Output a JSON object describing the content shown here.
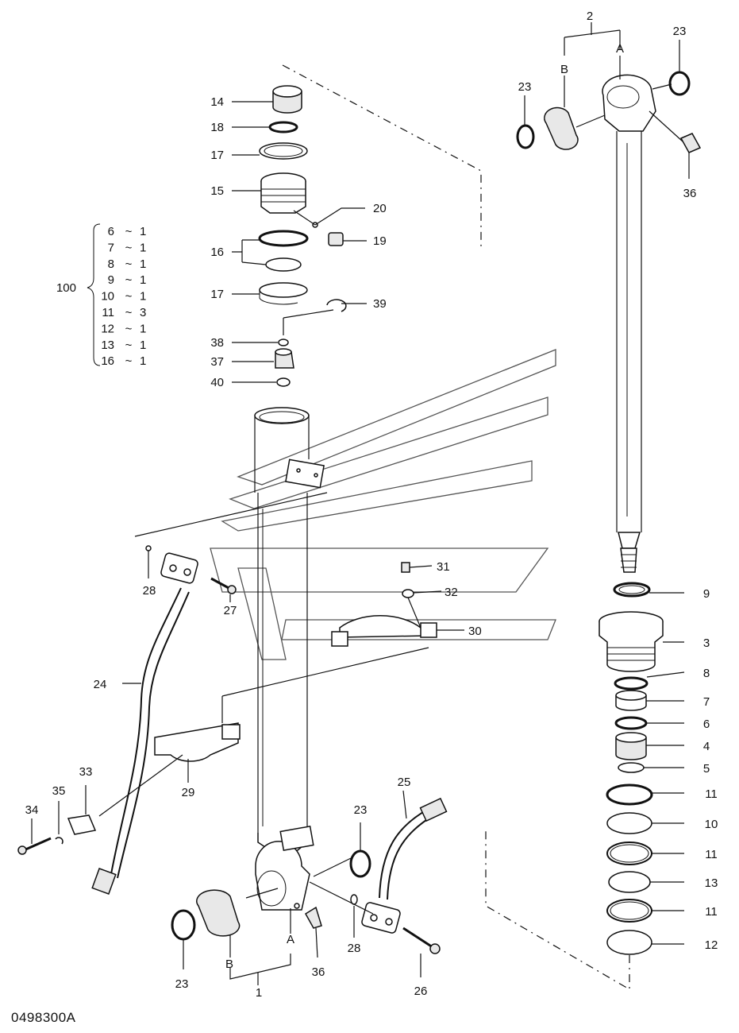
{
  "drawing_id": "0498300A",
  "kit": {
    "number": "100",
    "items": [
      {
        "part": "6",
        "qty": "1"
      },
      {
        "part": "7",
        "qty": "1"
      },
      {
        "part": "8",
        "qty": "1"
      },
      {
        "part": "9",
        "qty": "1"
      },
      {
        "part": "10",
        "qty": "1"
      },
      {
        "part": "11",
        "qty": "3"
      },
      {
        "part": "12",
        "qty": "1"
      },
      {
        "part": "13",
        "qty": "1"
      },
      {
        "part": "16",
        "qty": "1"
      }
    ],
    "separator": "~"
  },
  "callouts": {
    "c14": "14",
    "c18": "18",
    "c17a": "17",
    "c15": "15",
    "c20": "20",
    "c16": "16",
    "c19": "19",
    "c17b": "17",
    "c39": "39",
    "c38": "38",
    "c37": "37",
    "c40": "40",
    "c28a": "28",
    "c27": "27",
    "c24": "24",
    "c31": "31",
    "c32": "32",
    "c30": "30",
    "c29": "29",
    "c33": "33",
    "c35": "35",
    "c34": "34",
    "c25": "25",
    "c23a": "23",
    "c23b": "23",
    "c28b": "28",
    "c36a": "36",
    "c26": "26",
    "c1": "1",
    "cA1": "A",
    "cB1": "B",
    "c2": "2",
    "cA2": "A",
    "cB2": "B",
    "c23c": "23",
    "c23d": "23",
    "c36b": "36",
    "c9": "9",
    "c3": "3",
    "c8": "8",
    "c7": "7",
    "c6": "6",
    "c4": "4",
    "c5": "5",
    "c11a": "11",
    "c10": "10",
    "c11b": "11",
    "c13": "13",
    "c11c": "11",
    "c12": "12"
  }
}
